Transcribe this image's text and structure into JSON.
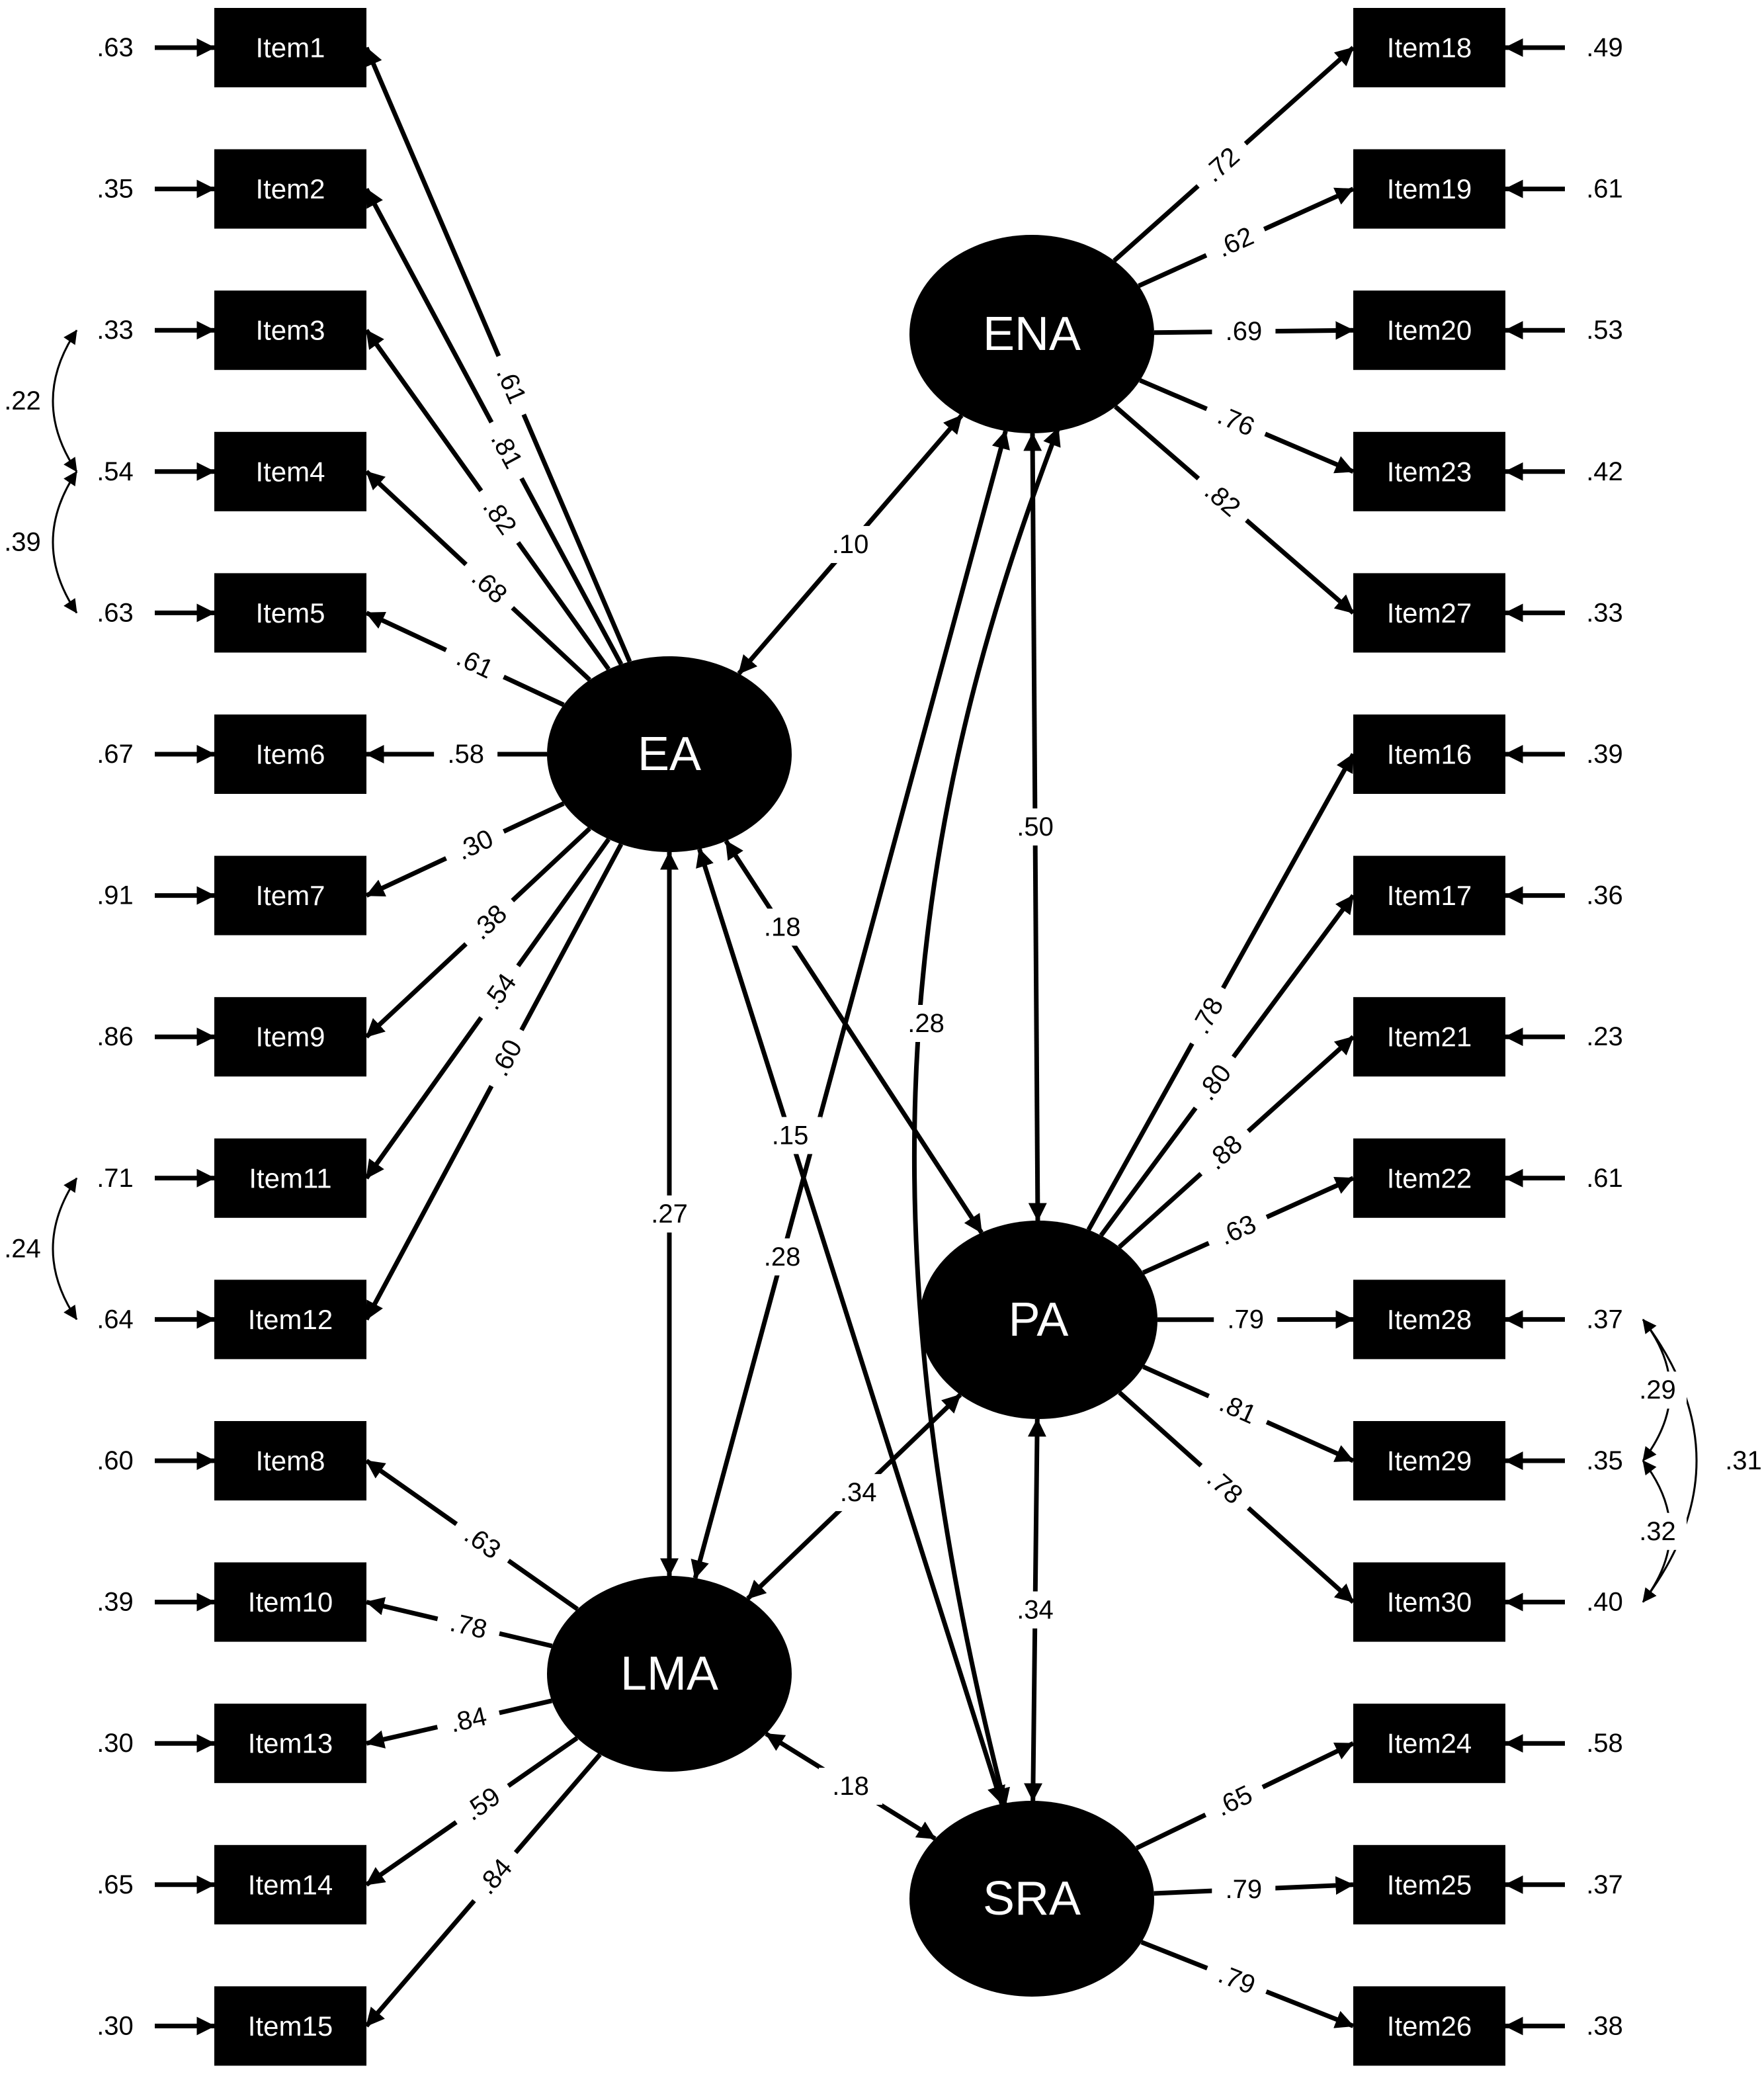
{
  "diagram": {
    "factors": [
      {
        "id": "EA",
        "label": "EA"
      },
      {
        "id": "ENA",
        "label": "ENA"
      },
      {
        "id": "PA",
        "label": "PA"
      },
      {
        "id": "LMA",
        "label": "LMA"
      },
      {
        "id": "SRA",
        "label": "SRA"
      }
    ],
    "items": [
      {
        "id": "Item1",
        "label": "Item1",
        "factor": "EA",
        "loading": ".61",
        "error": ".63"
      },
      {
        "id": "Item2",
        "label": "Item2",
        "factor": "EA",
        "loading": ".81",
        "error": ".35"
      },
      {
        "id": "Item3",
        "label": "Item3",
        "factor": "EA",
        "loading": ".82",
        "error": ".33"
      },
      {
        "id": "Item4",
        "label": "Item4",
        "factor": "EA",
        "loading": ".68",
        "error": ".54"
      },
      {
        "id": "Item5",
        "label": "Item5",
        "factor": "EA",
        "loading": ".61",
        "error": ".63"
      },
      {
        "id": "Item6",
        "label": "Item6",
        "factor": "EA",
        "loading": ".58",
        "error": ".67"
      },
      {
        "id": "Item7",
        "label": "Item7",
        "factor": "EA",
        "loading": ".30",
        "error": ".91"
      },
      {
        "id": "Item9",
        "label": "Item9",
        "factor": "EA",
        "loading": ".38",
        "error": ".86"
      },
      {
        "id": "Item11",
        "label": "Item11",
        "factor": "EA",
        "loading": ".54",
        "error": ".71"
      },
      {
        "id": "Item12",
        "label": "Item12",
        "factor": "EA",
        "loading": ".60",
        "error": ".64"
      },
      {
        "id": "Item8",
        "label": "Item8",
        "factor": "LMA",
        "loading": ".63",
        "error": ".60"
      },
      {
        "id": "Item10",
        "label": "Item10",
        "factor": "LMA",
        "loading": ".78",
        "error": ".39"
      },
      {
        "id": "Item13",
        "label": "Item13",
        "factor": "LMA",
        "loading": ".84",
        "error": ".30"
      },
      {
        "id": "Item14",
        "label": "Item14",
        "factor": "LMA",
        "loading": ".59",
        "error": ".65"
      },
      {
        "id": "Item15",
        "label": "Item15",
        "factor": "LMA",
        "loading": ".84",
        "error": ".30"
      },
      {
        "id": "Item18",
        "label": "Item18",
        "factor": "ENA",
        "loading": ".72",
        "error": ".49"
      },
      {
        "id": "Item19",
        "label": "Item19",
        "factor": "ENA",
        "loading": ".62",
        "error": ".61"
      },
      {
        "id": "Item20",
        "label": "Item20",
        "factor": "ENA",
        "loading": ".69",
        "error": ".53"
      },
      {
        "id": "Item23",
        "label": "Item23",
        "factor": "ENA",
        "loading": ".76",
        "error": ".42"
      },
      {
        "id": "Item27",
        "label": "Item27",
        "factor": "ENA",
        "loading": ".82",
        "error": ".33"
      },
      {
        "id": "Item16",
        "label": "Item16",
        "factor": "PA",
        "loading": ".78",
        "error": ".39"
      },
      {
        "id": "Item17",
        "label": "Item17",
        "factor": "PA",
        "loading": ".80",
        "error": ".36"
      },
      {
        "id": "Item21",
        "label": "Item21",
        "factor": "PA",
        "loading": ".88",
        "error": ".23"
      },
      {
        "id": "Item22",
        "label": "Item22",
        "factor": "PA",
        "loading": ".63",
        "error": ".61"
      },
      {
        "id": "Item28",
        "label": "Item28",
        "factor": "PA",
        "loading": ".79",
        "error": ".37"
      },
      {
        "id": "Item29",
        "label": "Item29",
        "factor": "PA",
        "loading": ".81",
        "error": ".35"
      },
      {
        "id": "Item30",
        "label": "Item30",
        "factor": "PA",
        "loading": ".78",
        "error": ".40"
      },
      {
        "id": "Item24",
        "label": "Item24",
        "factor": "SRA",
        "loading": ".65",
        "error": ".58"
      },
      {
        "id": "Item25",
        "label": "Item25",
        "factor": "SRA",
        "loading": ".79",
        "error": ".37"
      },
      {
        "id": "Item26",
        "label": "Item26",
        "factor": "SRA",
        "loading": ".79",
        "error": ".38"
      }
    ],
    "factor_correlations": [
      {
        "from": "EA",
        "to": "ENA",
        "value": ".10"
      },
      {
        "from": "EA",
        "to": "PA",
        "value": ".18"
      },
      {
        "from": "EA",
        "to": "SRA",
        "value": ".15"
      },
      {
        "from": "EA",
        "to": "LMA",
        "value": ".27"
      },
      {
        "from": "ENA",
        "to": "PA",
        "value": ".50"
      },
      {
        "from": "ENA",
        "to": "SRA",
        "value": ".28"
      },
      {
        "from": "ENA",
        "to": "LMA",
        "value": ".28"
      },
      {
        "from": "PA",
        "to": "LMA",
        "value": ".34"
      },
      {
        "from": "PA",
        "to": "SRA",
        "value": ".34"
      },
      {
        "from": "LMA",
        "to": "SRA",
        "value": ".18"
      }
    ],
    "error_covariances": [
      {
        "a": "Item3",
        "b": "Item4",
        "value": ".22"
      },
      {
        "a": "Item4",
        "b": "Item5",
        "value": ".39"
      },
      {
        "a": "Item11",
        "b": "Item12",
        "value": ".24"
      },
      {
        "a": "Item28",
        "b": "Item29",
        "value": ".29"
      },
      {
        "a": "Item29",
        "b": "Item30",
        "value": ".32"
      },
      {
        "a": "Item28",
        "b": "Item30",
        "value": ".31"
      }
    ]
  }
}
